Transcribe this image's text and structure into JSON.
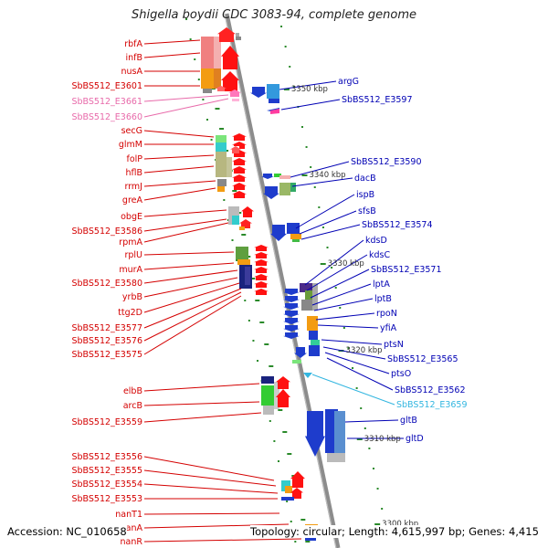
{
  "title": "Shigella boydii CDC 3083-94, complete genome",
  "accession": "Accession: NC_010658",
  "topology": "Topology: circular; Length: 4,615,997 bp; Genes: 4,415",
  "colors": {
    "left_gene_label": "#d40000",
    "right_gene_label": "#0000b4",
    "pseudo_left_label": "#e86aaa",
    "pseudo_right_label": "#33b6e0",
    "backbone": "#8c8c8c",
    "tick": "#2a8a2a"
  },
  "scale_labels": [
    "3350 kbp",
    "3340 kbp",
    "3330 kbp",
    "3320 kbp",
    "3310 kbp",
    "3300 kbp"
  ],
  "left_genes": [
    "rbfA",
    "infB",
    "nusA",
    "SbBS512_E3601",
    "SbBS512_E3661",
    "SbBS512_E3660",
    "secG",
    "glmM",
    "folP",
    "hflB",
    "rrmJ",
    "greA",
    "obgE",
    "SbBS512_E3586",
    "rpmA",
    "rplU",
    "murA",
    "SbBS512_E3580",
    "yrbB",
    "ttg2D",
    "SbBS512_E3577",
    "SbBS512_E3576",
    "SbBS512_E3575",
    "elbB",
    "arcB",
    "SbBS512_E3559",
    "SbBS512_E3556",
    "SbBS512_E3555",
    "SbBS512_E3554",
    "SbBS512_E3553",
    "nanT1",
    "nanA",
    "nanR"
  ],
  "right_genes": [
    "argG",
    "SbBS512_E3597",
    "SbBS512_E3590",
    "dacB",
    "ispB",
    "sfsB",
    "SbBS512_E3574",
    "kdsD",
    "kdsC",
    "SbBS512_E3571",
    "lptA",
    "lptB",
    "rpoN",
    "yfiA",
    "ptsN",
    "SbBS512_E3565",
    "ptsO",
    "SbBS512_E3562",
    "SbBS512_E3659",
    "gltB",
    "gltD"
  ]
}
